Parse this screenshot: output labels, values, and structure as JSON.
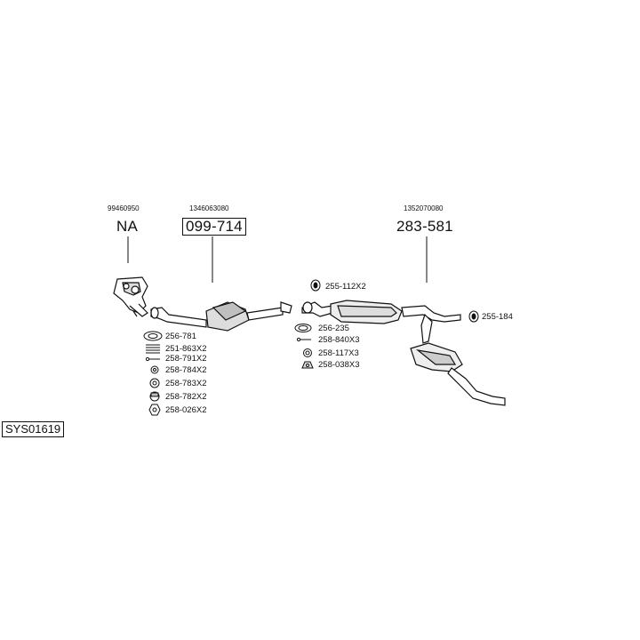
{
  "groups": [
    {
      "oem": "99460950",
      "part": "NA"
    },
    {
      "oem": "1346063080",
      "part": "099-714"
    },
    {
      "oem": "1352070080",
      "part": "283-581"
    }
  ],
  "left_parts": [
    "256-781",
    "251-863X2",
    "258-791X2",
    "258-784X2",
    "258-783X2",
    "258-782X2",
    "258-026X2"
  ],
  "mid_parts": [
    "256-235",
    "258-840X3",
    "258-117X3",
    "258-038X3"
  ],
  "top_part": "255-112X2",
  "right_part": "255-184",
  "system_code": "SYS01619",
  "colors": {
    "line": "#111111",
    "fill": "#ffffff",
    "shade": "#bfbfbf"
  }
}
